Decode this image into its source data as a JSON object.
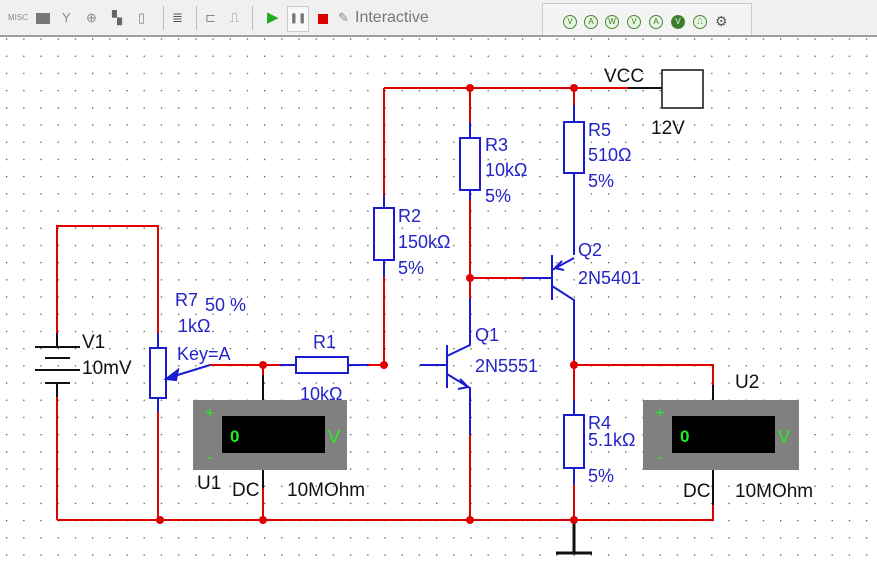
{
  "toolbar": {
    "misc_label": "MISC",
    "interactive_label": "Interactive",
    "icons": [
      "misc-icon",
      "board-icon",
      "antenna-icon",
      "motor-icon",
      "relay-icon",
      "lamp-icon",
      "ic-icon",
      "connector-icon",
      "pulse-icon",
      "play-icon",
      "pause-icon",
      "stop-icon",
      "wrench-icon"
    ],
    "instruments": [
      {
        "icon": "voltmeter-icon",
        "glyph": "V"
      },
      {
        "icon": "ammeter-icon",
        "glyph": "A"
      },
      {
        "icon": "wattmeter-icon",
        "glyph": "W"
      },
      {
        "icon": "differential-voltmeter-icon",
        "glyph": "V"
      },
      {
        "icon": "current-probe-icon",
        "glyph": "A"
      },
      {
        "icon": "dc-voltmeter-icon",
        "glyph": "V"
      },
      {
        "icon": "digital-probe-icon",
        "glyph": "⎍"
      },
      {
        "icon": "settings-gear-icon",
        "glyph": "⚙"
      }
    ],
    "colors": {
      "play": "#22aa22",
      "stop": "#dd0000"
    }
  },
  "schematic": {
    "vcc": {
      "name": "VCC",
      "value": "12V"
    },
    "v1": {
      "name": "V1",
      "value": "10mV"
    },
    "r7": {
      "name": "R7",
      "setting": "50 %",
      "value": "1kΩ",
      "key": "Key=A"
    },
    "r1": {
      "name": "R1",
      "value": "10kΩ"
    },
    "r2": {
      "name": "R2",
      "value": "150kΩ",
      "tol": "5%"
    },
    "r3": {
      "name": "R3",
      "value": "10kΩ",
      "tol": "5%"
    },
    "r5": {
      "name": "R5",
      "value": "510Ω",
      "tol": "5%"
    },
    "r4": {
      "name": "R4",
      "value": "5.1kΩ",
      "tol": "5%"
    },
    "q1": {
      "name": "Q1",
      "model": "2N5551"
    },
    "q2": {
      "name": "Q2",
      "model": "2N5401"
    },
    "u1": {
      "name": "U1",
      "reading": "0",
      "unit": "V",
      "plus": "+",
      "minus": "-",
      "mode": "DC",
      "impedance": "10MOhm"
    },
    "u2": {
      "name": "U2",
      "reading": "0",
      "unit": "V",
      "plus": "+",
      "minus": "-",
      "mode": "DC",
      "impedance": "10MOhm"
    },
    "colors": {
      "wire": "#e00000",
      "component": "#1a1ad0",
      "meter_body": "#808080",
      "meter_text": "#22ee22"
    }
  }
}
